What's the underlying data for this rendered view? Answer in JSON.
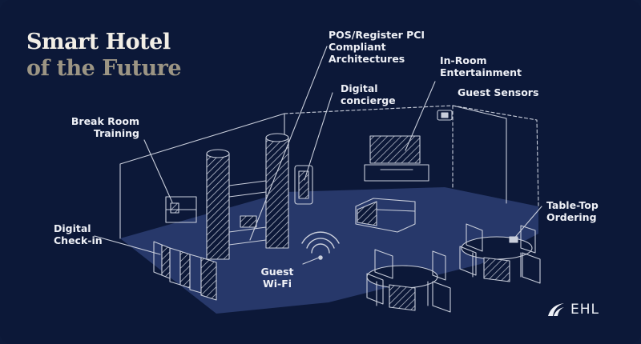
{
  "title": {
    "line1": "Smart Hotel",
    "line2": "of the Future"
  },
  "labels": {
    "pos": [
      "POS/Register PCI",
      "Compliant",
      "Architectures"
    ],
    "entertainment": [
      "In-Room",
      "Entertainment"
    ],
    "concierge": [
      "Digital",
      "concierge"
    ],
    "sensors": [
      "Guest Sensors"
    ],
    "break_room": [
      "Break Room",
      "Training"
    ],
    "table_top": [
      "Table-Top",
      "Ordering"
    ],
    "checkin": [
      "Digital",
      "Check-in"
    ],
    "wifi": [
      "Guest",
      "Wi-Fi"
    ]
  },
  "logo": {
    "text": "EHL",
    "icon": "ehl-logo-icon"
  },
  "colors": {
    "background": "#0c1838",
    "floor": "#27386a",
    "line": "#c9cedb",
    "title_primary": "#f2eee6",
    "title_secondary": "#9c9584",
    "label": "#eef0f6"
  }
}
